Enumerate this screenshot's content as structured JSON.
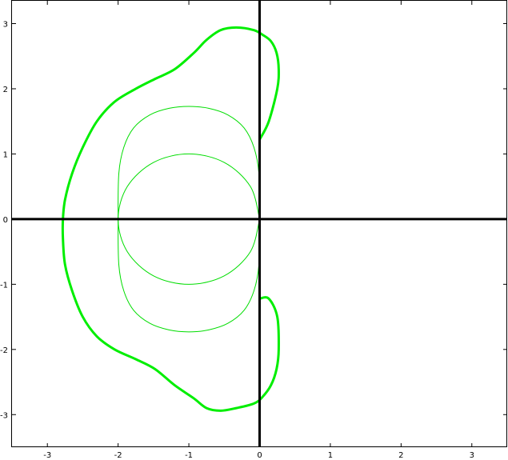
{
  "chart_data": {
    "type": "line",
    "title": "",
    "xlabel": "",
    "ylabel": "",
    "xlim": [
      -3.5,
      3.5
    ],
    "ylim": [
      -3.5,
      3.35
    ],
    "grid": false,
    "axes_through_origin": true,
    "x_ticks": [
      -3,
      -2,
      -1,
      0,
      1,
      2,
      3
    ],
    "y_ticks": [
      -3,
      -2,
      -1,
      0,
      1,
      2,
      3
    ],
    "x_tick_labels": [
      "-3",
      "-2",
      "-1",
      "0",
      "1",
      "2",
      "3"
    ],
    "y_tick_labels": [
      "-3",
      "-2",
      "-1",
      "0",
      "1",
      "2",
      "3"
    ],
    "series": [
      {
        "style": "thick",
        "color": "#00ee00",
        "x": [
          0.0,
          0.13,
          0.25,
          0.27,
          0.24,
          0.16,
          0.04,
          -0.08,
          -0.33,
          -0.55,
          -0.75,
          -0.93,
          -1.2,
          -1.48,
          -1.75,
          -2.05,
          -2.3,
          -2.5,
          -2.65,
          -2.75,
          -2.78,
          -2.78,
          -2.75,
          -2.65,
          -2.5,
          -2.3,
          -2.05,
          -1.75,
          -1.48,
          -1.2,
          -0.93,
          -0.75,
          -0.55,
          -0.33,
          -0.08,
          0.04,
          0.16,
          0.24,
          0.27,
          0.25,
          0.13,
          0.0
        ],
        "y": [
          1.22,
          1.5,
          2.0,
          2.3,
          2.55,
          2.73,
          2.83,
          2.9,
          2.94,
          2.9,
          2.75,
          2.55,
          2.3,
          2.15,
          2.0,
          1.8,
          1.5,
          1.1,
          0.7,
          0.3,
          0.0,
          -0.3,
          -0.7,
          -1.1,
          -1.5,
          -1.8,
          -2.0,
          -2.15,
          -2.3,
          -2.55,
          -2.75,
          -2.9,
          -2.94,
          -2.9,
          -2.83,
          -2.73,
          -2.55,
          -2.3,
          -2.0,
          -1.5,
          -1.22,
          -1.22
        ]
      },
      {
        "style": "thin",
        "color": "#00dd00",
        "x": [
          0.0,
          -0.13,
          -0.5,
          -1.0,
          -1.5,
          -1.87,
          -2.0,
          -1.87,
          -1.5,
          -1.0,
          -0.5,
          -0.13,
          0.0
        ],
        "y": [
          0.0,
          0.5,
          0.87,
          1.0,
          0.87,
          0.5,
          0.0,
          -0.5,
          -0.87,
          -1.0,
          -0.87,
          -0.5,
          0.0
        ]
      },
      {
        "style": "thin",
        "color": "#00dd00",
        "x": [
          0.0,
          -0.01,
          -0.08,
          -0.22,
          -0.45,
          -0.72,
          -1.0,
          -1.28,
          -1.55,
          -1.78,
          -1.92,
          -1.99,
          -2.0,
          -1.99,
          -1.92,
          -1.78,
          -1.55,
          -1.28,
          -1.0,
          -0.72,
          -0.45,
          -0.22,
          -0.08,
          -0.01,
          0.0
        ],
        "y": [
          0.0,
          0.7,
          1.1,
          1.4,
          1.6,
          1.7,
          1.73,
          1.7,
          1.6,
          1.4,
          1.1,
          0.7,
          0.0,
          -0.7,
          -1.1,
          -1.4,
          -1.6,
          -1.7,
          -1.73,
          -1.7,
          -1.6,
          -1.4,
          -1.1,
          -0.7,
          0.0
        ]
      }
    ]
  }
}
